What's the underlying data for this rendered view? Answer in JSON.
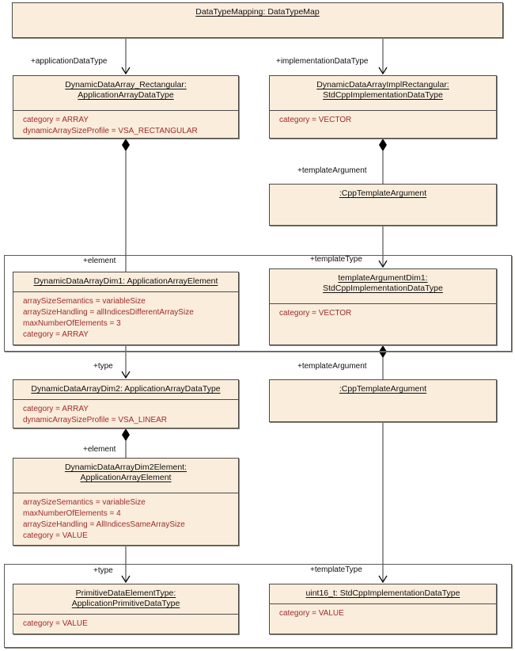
{
  "diagram": {
    "title": "DataTypeMapping: DataTypeMap",
    "type": "uml-object-diagram",
    "background_color": "#ffffff",
    "box_fill_color": "#fbeddc",
    "box_border_color": "#4a4a4a",
    "attribute_text_color": "#9c2b2b",
    "title_text_color": "#111111"
  },
  "nodes": {
    "data_type_mapping": {
      "name": "DataTypeMapping",
      "classifier": "DataTypeMap",
      "header": "DataTypeMapping: DataTypeMap",
      "attributes": []
    },
    "dynamic_data_array_rectangular": {
      "header_line1": "DynamicDataArray_Rectangular:",
      "header_line2": "ApplicationArrayDataType",
      "attributes": [
        "category = ARRAY",
        "dynamicArraySizeProfile = VSA_RECTANGULAR"
      ]
    },
    "dynamic_data_array_impl_rectangular": {
      "header_line1": "DynamicDataArrayImplRectangular:",
      "header_line2": "StdCppImplementationDataType",
      "attributes": [
        "category = VECTOR"
      ]
    },
    "cpp_template_argument_1": {
      "header_line1": ":CppTemplateArgument",
      "header_line2": "",
      "attributes": []
    },
    "dynamic_data_array_dim1": {
      "header_line1": "DynamicDataArrayDim1: ApplicationArrayElement",
      "header_line2": "",
      "attributes": [
        "arraySizeSemantics = variableSize",
        "arraySizeHandling = allIndicesDifferentArraySize",
        "maxNumberOfElements = 3",
        "category = ARRAY"
      ]
    },
    "template_argument_dim1": {
      "header_line1": "templateArgumentDim1:",
      "header_line2": "StdCppImplementationDataType",
      "attributes": [
        "category = VECTOR"
      ]
    },
    "dynamic_data_array_dim2": {
      "header_line1": "DynamicDataArrayDim2: ApplicationArrayDataType",
      "header_line2": "",
      "attributes": [
        "category = ARRAY",
        "dynamicArraySizeProfile = VSA_LINEAR"
      ]
    },
    "cpp_template_argument_2": {
      "header_line1": ":CppTemplateArgument",
      "header_line2": "",
      "attributes": []
    },
    "dynamic_data_array_dim2_element": {
      "header_line1": "DynamicDataArrayDim2Element:",
      "header_line2": "ApplicationArrayElement",
      "attributes": [
        "arraySizeSemantics = variableSize",
        "maxNumberOfElements = 4",
        "arraySizeHandling = AllIndicesSameArraySize",
        "category = VALUE"
      ]
    },
    "primitive_data_element_type": {
      "header_line1": "PrimitiveDataElementType:",
      "header_line2": "ApplicationPrimitiveDataType",
      "attributes": [
        "category = VALUE"
      ]
    },
    "uint16_t": {
      "header_line1": "uint16_t: StdCppImplementationDataType",
      "header_line2": "",
      "attributes": [
        "category = VALUE"
      ]
    }
  },
  "edge_labels": {
    "application_data_type": "+applicationDataType",
    "implementation_data_type": "+implementationDataType",
    "template_argument_1": "+templateArgument",
    "element_1": "+element",
    "template_type_1": "+templateType",
    "type_1": "+type",
    "template_argument_2": "+templateArgument",
    "element_2": "+element",
    "type_2": "+type",
    "template_type_2": "+templateType"
  }
}
